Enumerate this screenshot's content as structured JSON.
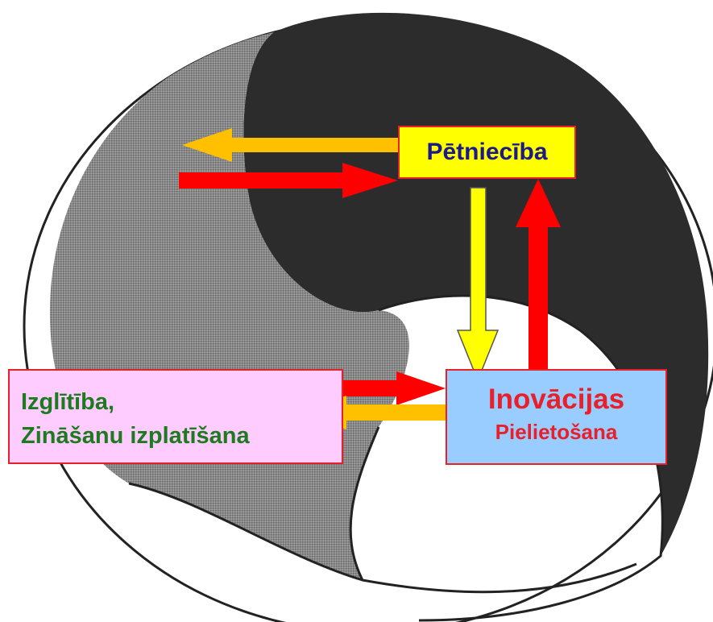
{
  "diagram": {
    "research_label": "Pētniecība",
    "education_line1": "Izglītība,",
    "education_line2": "Zināšanu izplatīšana",
    "innovation_line1": "Inovācijas",
    "innovation_line2": "Pielietošana"
  },
  "colors": {
    "red_arrow": "#ff0000",
    "orange_arrow": "#ffc000",
    "yellow_arrow": "#ffff00",
    "research_box": "#ffff00",
    "education_box": "#ffccff",
    "innovation_box": "#99ccff",
    "research_text": "#1a1a8c",
    "education_text": "#1e7a1e",
    "innovation_text": "#e8202a"
  }
}
